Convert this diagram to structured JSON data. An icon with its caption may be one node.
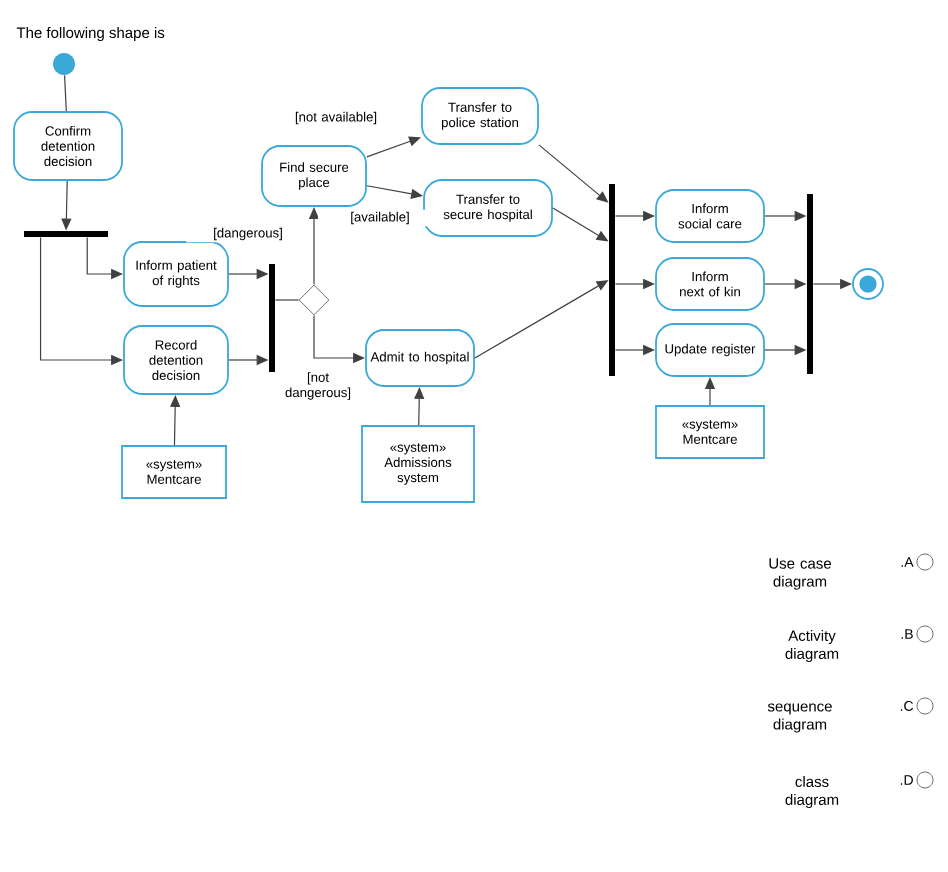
{
  "diagram": {
    "title": "The following shape is",
    "nodes": [
      {
        "text": [],
        "shape": "circle"
      },
      {
        "text": [
          "Confirm detention decision"
        ]
      },
      {
        "text": [],
        "shape": "bar"
      },
      {
        "text": [
          "Inform patient of rights"
        ]
      },
      {
        "text": [
          "Record detention decision"
        ]
      },
      {
        "text": [
          "«system» Mentcare"
        ]
      },
      {
        "text": [],
        "shape": "bar"
      },
      {
        "text": [],
        "shape": "diamond"
      },
      {
        "text": [
          "Find secure place"
        ]
      },
      {
        "text": [
          "Transfer to police station"
        ]
      },
      {
        "text": [
          "Transfer to secure hospital"
        ]
      },
      {
        "text": [
          "Admit to hospital"
        ]
      },
      {
        "text": [
          "«system» Admissions system"
        ]
      },
      {
        "text": [],
        "shape": "bar"
      },
      {
        "text": [
          "Inform social care"
        ]
      },
      {
        "text": [
          "Inform next of kin"
        ]
      },
      {
        "text": [
          "Update register"
        ]
      },
      {
        "text": [
          "«system» Mentcare"
        ]
      },
      {
        "text": [],
        "shape": "bar"
      },
      {
        "text": [],
        "shape": "circle"
      }
    ],
    "edges": [
      {
        "from": 0,
        "to": 1,
        "arrow": "none"
      },
      {
        "from": 1,
        "to": 2,
        "arrow": "to"
      },
      {
        "from": 2,
        "to": 3,
        "arrow": "to"
      },
      {
        "from": 2,
        "to": 4,
        "arrow": "to"
      },
      {
        "from": 3,
        "to": 6,
        "arrow": "to"
      },
      {
        "from": 4,
        "to": 6,
        "arrow": "to"
      },
      {
        "from": 5,
        "to": 4,
        "arrow": "to"
      },
      {
        "from": 6,
        "to": 7,
        "arrow": "none"
      },
      {
        "from": 7,
        "to": 8,
        "arrow": "to",
        "label": "[dangerous]"
      },
      {
        "from": 7,
        "to": 11,
        "arrow": "to",
        "label": "[not dangerous]"
      },
      {
        "from": 8,
        "to": 9,
        "arrow": "to",
        "label": "[not available]"
      },
      {
        "from": 8,
        "to": 10,
        "arrow": "to",
        "label": "[available]"
      },
      {
        "from": 12,
        "to": 11,
        "arrow": "to"
      },
      {
        "from": 9,
        "to": 13,
        "arrow": "to"
      },
      {
        "from": 10,
        "to": 13,
        "arrow": "to"
      },
      {
        "from": 11,
        "to": 13,
        "arrow": "to"
      },
      {
        "from": 13,
        "to": 14,
        "arrow": "to"
      },
      {
        "from": 13,
        "to": 15,
        "arrow": "to"
      },
      {
        "from": 13,
        "to": 16,
        "arrow": "to"
      },
      {
        "from": 17,
        "to": 16,
        "arrow": "to"
      },
      {
        "from": 14,
        "to": 18,
        "arrow": "to"
      },
      {
        "from": 15,
        "to": 18,
        "arrow": "to"
      },
      {
        "from": 16,
        "to": 18,
        "arrow": "to"
      },
      {
        "from": 18,
        "to": 19,
        "arrow": "to"
      }
    ],
    "labels": [
      "Use case diagram",
      ".A",
      "Activity diagram",
      ".B",
      "sequence diagram",
      ".C",
      "class diagram",
      ".D"
    ]
  }
}
